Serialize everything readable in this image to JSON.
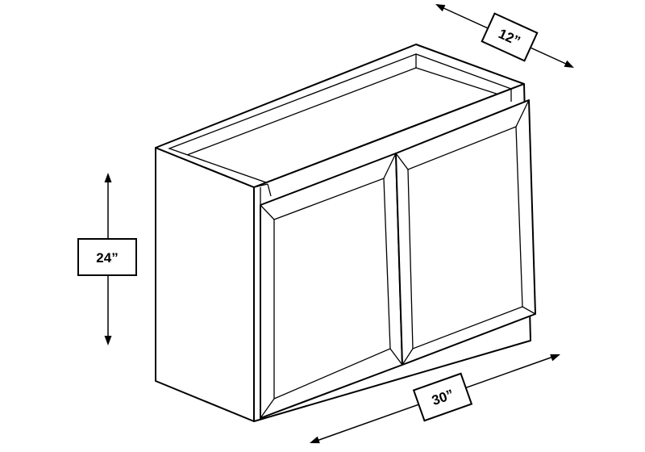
{
  "dimensions": {
    "height": "24”",
    "width": "30”",
    "depth": "12”"
  }
}
